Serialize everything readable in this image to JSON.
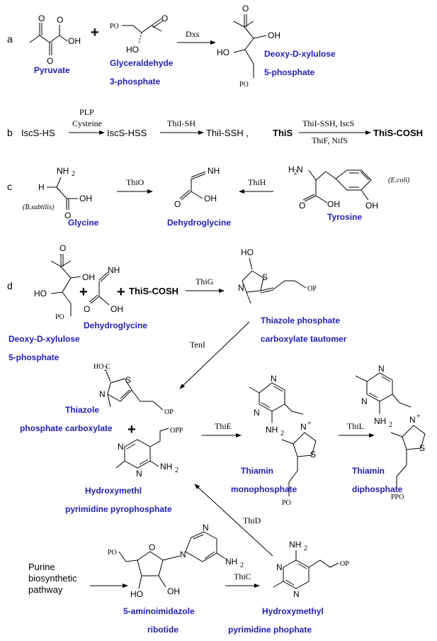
{
  "sections": {
    "a": "a",
    "b": "b",
    "c": "c",
    "d": "d"
  },
  "plus": "+",
  "compounds": {
    "pyruvate": "Pyruvate",
    "g3p_1": "Glyceraldehyde",
    "g3p_2": "3-phosphate",
    "dxp_1": "Deoxy-D-xylulose",
    "dxp_2": "5-phosphate",
    "glycine": "Glycine",
    "dehydroglycine": "Dehydroglycine",
    "tyrosine": "Tyrosine",
    "thz_taut_1": "Thiazole phosphate",
    "thz_taut_2": "carboxylate tautomer",
    "thz_carb_1": "Thiazole",
    "thz_carb_2": "phosphate carboxylate",
    "hmp_pp_1": "Hydroxymethl",
    "hmp_pp_2": "pyrimidine pyrophosphate",
    "tmp_1": "Thiamin",
    "tmp_2": "monophosphate",
    "tdp_1": "Thiamin",
    "tdp_2": "diphosphate",
    "air_1": "5-aminoimidazole",
    "air_2": "ribotide",
    "hmp_p_1": "Hydroxymethyl",
    "hmp_p_2": "pyrimidine phophate"
  },
  "enzymes": {
    "dxs": "Dxs",
    "plp": "PLP",
    "cysteine": "Cysteine",
    "thii_sh": "ThiI-SH",
    "thii_ssh_iscs": "ThiI-SSH, IscS",
    "thif_nifs": "ThiF, NifS",
    "thio": "ThiO",
    "thih": "ThiH",
    "thig": "ThiG",
    "teni": "TenI",
    "thie": "ThiE",
    "thil": "ThiL",
    "thid": "ThiD",
    "thic": "ThiC"
  },
  "sulfur": {
    "iscs_hs": "IscS-HS",
    "iscs_hss": "IscS-HSS",
    "thii_ssh": "ThiI-SSH ,",
    "this": "ThiS",
    "this_cosh": "ThiS-COSH"
  },
  "organisms": {
    "bsub": "(B.subtilis)",
    "ecoli": "(E.coli)"
  },
  "purine": {
    "l1": "Purine",
    "l2": "biosynthetic",
    "l3": "pathway"
  },
  "atoms": {
    "O": "O",
    "OH": "OH",
    "HO": "HO",
    "PO": "PO",
    "PPO": "PPO",
    "OP": "OP",
    "OPP": "OPP",
    "NH": "NH",
    "NH2": "NH",
    "N": "N",
    "S": "S",
    "H": "H",
    "H2N": "H N",
    "HO2C": "HO C",
    "two": "2",
    "nplus": "+"
  }
}
